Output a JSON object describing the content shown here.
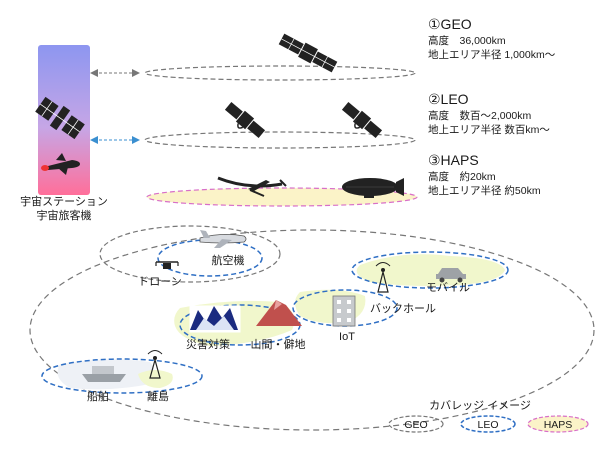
{
  "orbits": [
    {
      "title": "①GEO",
      "line1": "高度　36,000km",
      "line2": "地上エリア半径 1,000km～"
    },
    {
      "title": "②LEO",
      "line1": "高度　数百～2,000km",
      "line2": "地上エリア半径 数百km～"
    },
    {
      "title": "③HAPS",
      "line1": "高度　約20km",
      "line2": "地上エリア半径 約50km"
    }
  ],
  "station": {
    "line1": "宇宙ステーション",
    "line2": "宇宙旅客機"
  },
  "labels": {
    "aircraft": "航空機",
    "drone": "ドローン",
    "mobile": "モバイル",
    "backhaul": "バックホール",
    "iot": "IoT",
    "disaster": "災害対策",
    "mountain": "山間・僻地",
    "ship": "船舶",
    "island": "離島"
  },
  "legend": {
    "title": "カバレッジ イメージ",
    "geo": "GEO",
    "leo": "LEO",
    "haps": "HAPS"
  },
  "colors": {
    "geo": "#777777",
    "leo": "#2f6fc4",
    "haps": "#d86fc8",
    "haps_fill": "#fbf3c8",
    "leo_arrow": "#3a8fd0"
  }
}
